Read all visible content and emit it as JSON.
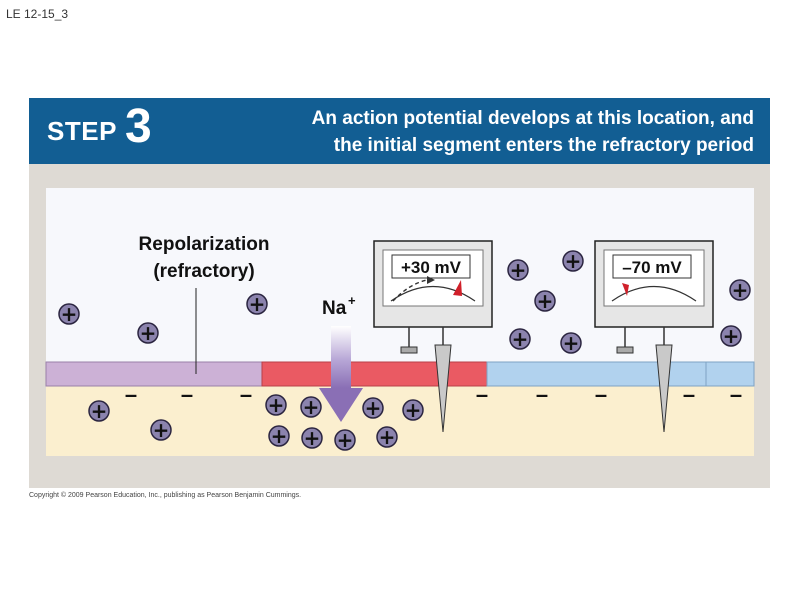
{
  "slide_id": "LE 12-15_3",
  "banner": {
    "step_word": "STEP",
    "step_number": "3",
    "text_line1": "An action potential develops at this location, and",
    "text_line2": "the initial segment enters the refractory period"
  },
  "labels": {
    "repolarization_line1": "Repolarization",
    "repolarization_line2": "(refractory)",
    "sodium_ion": "Na",
    "sodium_charge": "+"
  },
  "meters": [
    {
      "reading": "+30 mV"
    },
    {
      "reading": "–70 mV"
    }
  ],
  "ion_symbols": {
    "positive": "+",
    "negative": "–"
  },
  "copyright": "Copyright © 2009 Pearson Education, Inc., publishing as Pearson Benjamin Cummings.",
  "colors": {
    "banner": "#125e93",
    "panel": "#dedad4",
    "extracellular": "#f7f8fc",
    "cytoplasm": "#fbefcf",
    "membrane_refractory": "#ccb1d6",
    "membrane_depolarized": "#ea5a63",
    "membrane_resting": "#b1d2ee",
    "cation": "#8b83ad",
    "sodium_arrow": "#8a6fb5",
    "meter_needle_tip": "#d0202a"
  }
}
